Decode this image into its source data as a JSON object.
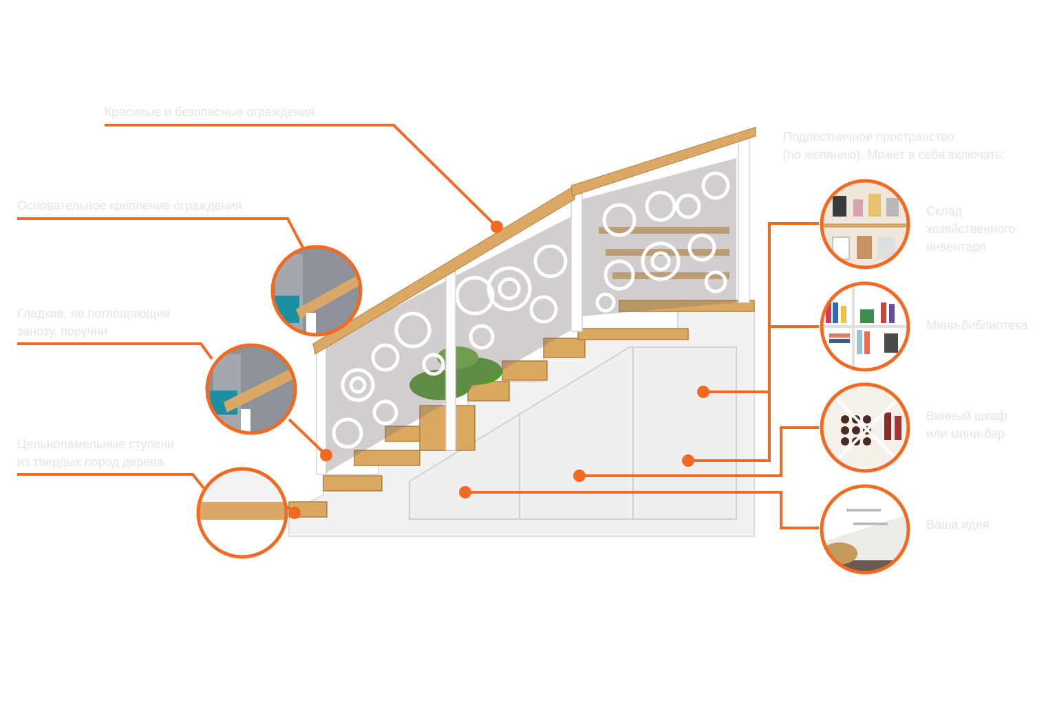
{
  "accent_color": "#f26a21",
  "wood_color": "#d9a766",
  "panel_color": "#f3f3f3",
  "left_labels": {
    "railing": "Красивые и безопасные ограждения",
    "fastening": "Основательное крепление ограждения",
    "handrail": [
      "Гладкие, не поглощающие",
      "занозу, поручни"
    ],
    "steps": [
      "Цельноламельные ступени",
      "из твердых пород дерева"
    ]
  },
  "right_labels": {
    "under_space": [
      "Подлестничное пространство",
      "(по желанию). Может в себя включать:"
    ],
    "storage": [
      "Склад",
      "хозяйственного",
      "инвентаря"
    ],
    "library": "Мини-библиотека",
    "wine": [
      "Винный шкаф",
      "или мини-бар"
    ],
    "idea": "Ваша идея"
  },
  "icons": {
    "storage": "pantry-shelves-photo",
    "library": "bookshelf-photo",
    "wine": "wine-rack-photo",
    "idea": "under-stair-room-photo",
    "fastening": "rail-mount-closeup-photo",
    "handrail": "handrail-closeup-photo",
    "steps": "step-closeup-photo"
  }
}
